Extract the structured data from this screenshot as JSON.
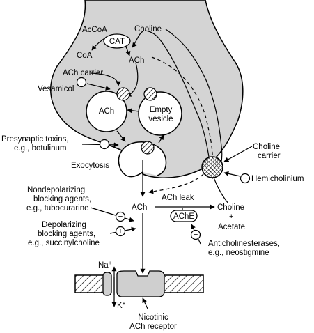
{
  "labels": {
    "acetyl_coa": "AcCoA",
    "cat": "CAT",
    "choline_top": "Choline",
    "coa": "CoA",
    "ach_synth": "ACh",
    "ach_carrier": "ACh carrier",
    "vesamicol": "Vesamicol",
    "ach_vesicle": "ACh",
    "empty_vesicle_1": "Empty",
    "empty_vesicle_2": "vesicle",
    "presynaptic_toxins_1": "Presynaptic toxins,",
    "presynaptic_toxins_2": "e.g., botulinum",
    "exocytosis": "Exocytosis",
    "choline_carrier_1": "Choline",
    "choline_carrier_2": "carrier",
    "hemicholinium": "Hemicholinium",
    "ach_leak": "ACh leak",
    "nondepol_1": "Nondepolarizing",
    "nondepol_2": "blocking agents,",
    "nondepol_3": "e.g., tubocurarine",
    "ach_cleft": "ACh",
    "choline_hydrolysis": "Choline",
    "plus_sign": "+",
    "acetate": "Acetate",
    "depol_1": "Depolarizing",
    "depol_2": "blocking agents,",
    "depol_3": "e.g., succinylcholine",
    "ache": "AChE",
    "anticholinesterase_1": "Anticholinesterases,",
    "anticholinesterase_2": "e.g., neostigmine",
    "na": "Na",
    "k": "K",
    "ion_charge": "+",
    "nicotinic_1": "Nicotinic",
    "nicotinic_2": "ACh receptor",
    "inhibit_sign": "−",
    "stimulate_sign": "+"
  },
  "colors": {
    "terminal_fill": "#d4d4d4",
    "line": "#000000",
    "background": "#ffffff"
  }
}
